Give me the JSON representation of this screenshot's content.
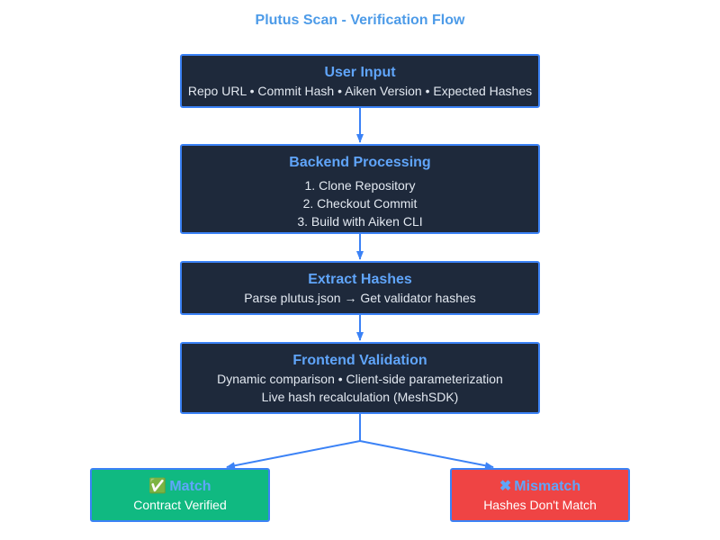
{
  "title": "Plutus Scan - Verification Flow",
  "nodes": {
    "user_input": {
      "heading": "User Input",
      "lines": [
        "Repo URL • Commit Hash • Aiken Version • Expected Hashes"
      ]
    },
    "backend": {
      "heading": "Backend Processing",
      "lines": [
        "1. Clone Repository",
        "2. Checkout Commit",
        "3. Build with Aiken CLI"
      ]
    },
    "extract": {
      "heading": "Extract Hashes",
      "lines": [
        "Parse plutus.json → Get validator hashes"
      ]
    },
    "frontend": {
      "heading": "Frontend Validation",
      "lines": [
        "Dynamic comparison • Client-side parameterization",
        "Live hash recalculation (MeshSDK)"
      ]
    },
    "match": {
      "icon": "✅",
      "icon_name": "check-icon",
      "heading": "Match",
      "lines": [
        "Contract Verified"
      ]
    },
    "mismatch": {
      "icon": "✖",
      "icon_name": "cross-icon",
      "heading": "Mismatch",
      "lines": [
        "Hashes Don't Match"
      ]
    }
  },
  "colors": {
    "accent": "#3b82f6",
    "heading": "#60a5fa",
    "node_bg": "#1e293b",
    "match_bg": "#10b981",
    "mismatch_bg": "#ef4444"
  }
}
